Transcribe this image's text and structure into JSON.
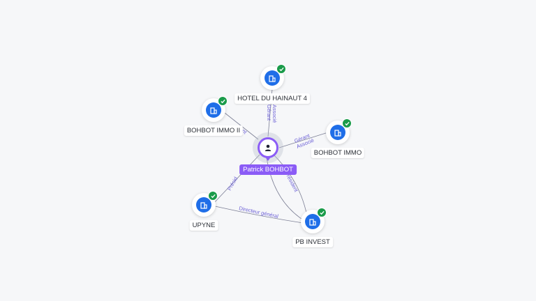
{
  "center": {
    "name": "Patrick BOHBOT",
    "icon": "person-icon"
  },
  "companies": [
    {
      "id": "hotel",
      "name": "HOTEL DU HAINAUT 4",
      "icon": "building-icon",
      "verified": true
    },
    {
      "id": "immo2",
      "name": "BOHBOT IMMO II",
      "icon": "building-icon",
      "verified": true
    },
    {
      "id": "immo",
      "name": "BOHBOT IMMO",
      "icon": "building-icon",
      "verified": true
    },
    {
      "id": "upyne",
      "name": "UPYNE",
      "icon": "building-icon",
      "verified": true
    },
    {
      "id": "pbinvest",
      "name": "PB INVEST",
      "icon": "building-icon",
      "verified": true
    }
  ],
  "edges": [
    {
      "to": "hotel",
      "labels": [
        "Gérant",
        "Associé"
      ]
    },
    {
      "to": "immo",
      "labels": [
        "Gérant",
        "Associé"
      ]
    },
    {
      "to": "immo2",
      "labels": [
        "ant"
      ]
    },
    {
      "to": "upyne",
      "labels": [
        "Présid"
      ]
    },
    {
      "to": "pbinvest",
      "labels": [
        "Président"
      ]
    },
    {
      "from": "upyne",
      "to": "pbinvest",
      "labels": [
        "Directeur général"
      ]
    }
  ],
  "colors": {
    "accent": "#8b5cf6",
    "company": "#1f6ee8",
    "verified": "#1a9b4a",
    "edge": "#7c7f95",
    "edge_label": "#6b5fd6"
  }
}
